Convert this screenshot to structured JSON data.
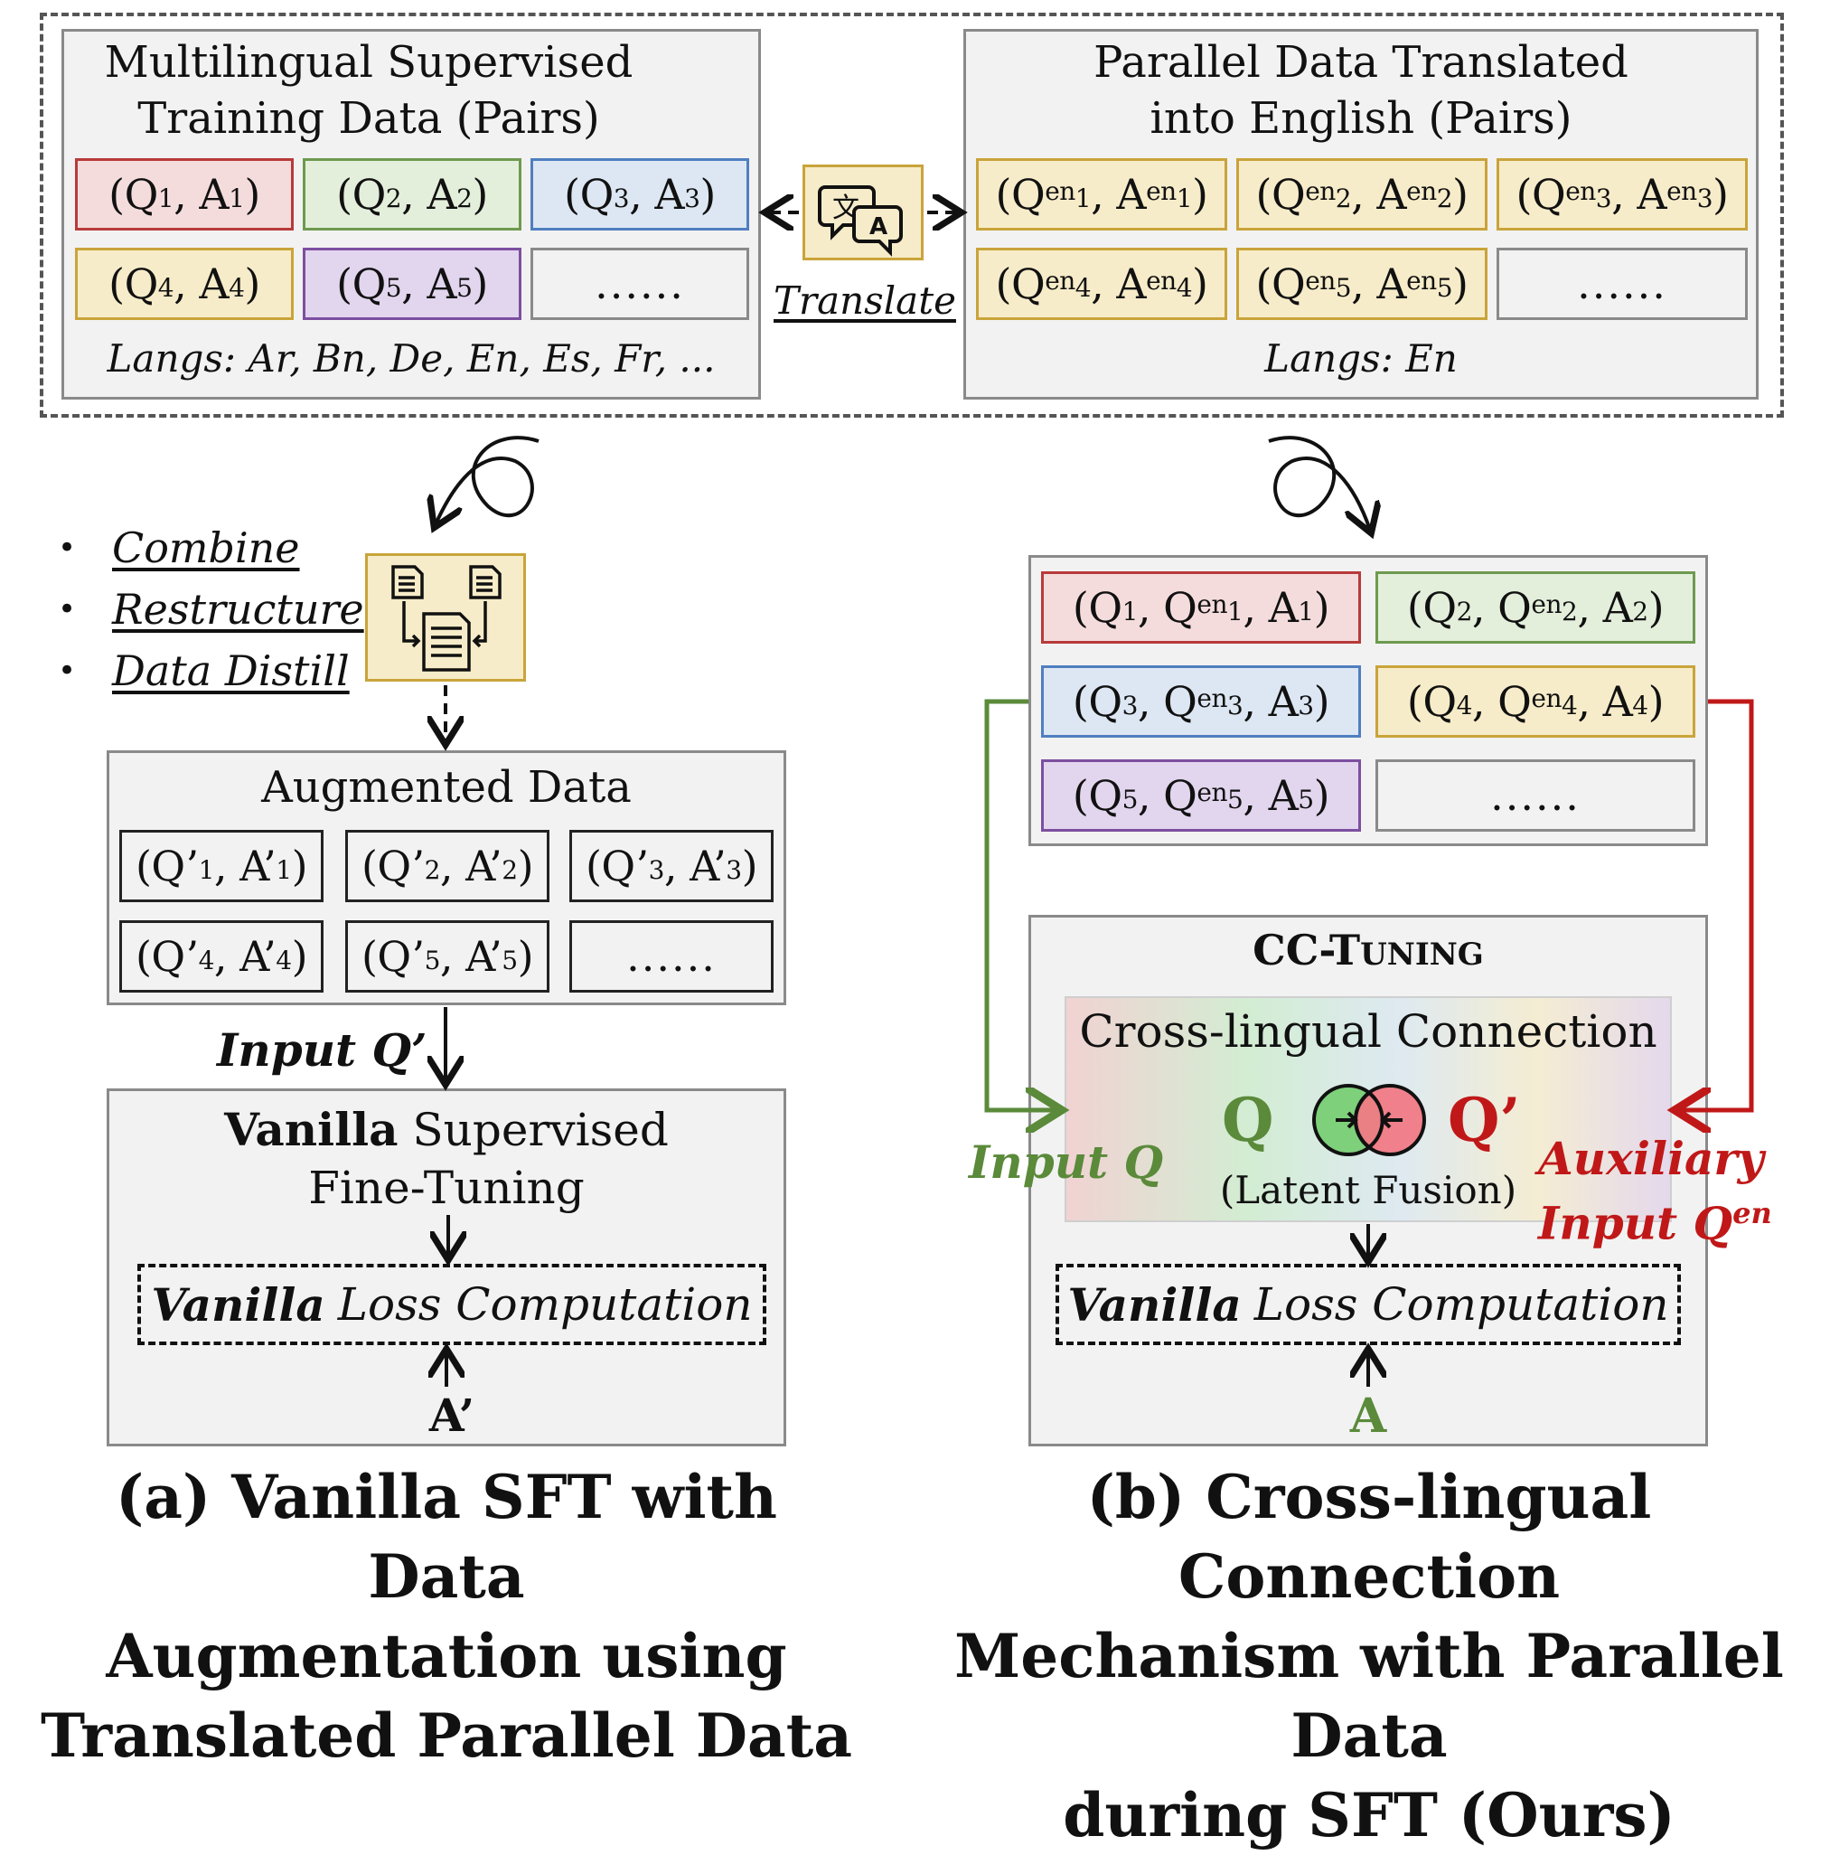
{
  "top_left_panel": {
    "title": "Multilingual Supervised\nTraining Data (Pairs)",
    "langs": "Langs: Ar, Bn, De, En, Es, Fr, ...",
    "pairs": [
      {
        "q": "Q",
        "qsub": "1",
        "a": "A",
        "asub": "1"
      },
      {
        "q": "Q",
        "qsub": "2",
        "a": "A",
        "asub": "2"
      },
      {
        "q": "Q",
        "qsub": "3",
        "a": "A",
        "asub": "3"
      },
      {
        "q": "Q",
        "qsub": "4",
        "a": "A",
        "asub": "4"
      },
      {
        "q": "Q",
        "qsub": "5",
        "a": "A",
        "asub": "5"
      }
    ],
    "ellipsis": "......"
  },
  "translate": {
    "label": "Translate",
    "icon": "translate-icon"
  },
  "top_right_panel": {
    "title": "Parallel Data Translated\ninto English (Pairs)",
    "langs": "Langs: En",
    "sup": "en",
    "subs": [
      "1",
      "2",
      "3",
      "4",
      "5"
    ],
    "ellipsis": "......"
  },
  "augment_ops": [
    "Combine",
    "Restructure",
    "Data Distill"
  ],
  "augmented_panel": {
    "title": "Augmented Data",
    "pairs": [
      {
        "q": "Q’",
        "sub": "1",
        "a": "A’"
      },
      {
        "q": "Q’",
        "sub": "2",
        "a": "A’"
      },
      {
        "q": "Q’",
        "sub": "3",
        "a": "A’"
      },
      {
        "q": "Q’",
        "sub": "4",
        "a": "A’"
      },
      {
        "q": "Q’",
        "sub": "5",
        "a": "A’"
      }
    ],
    "ellipsis": "......"
  },
  "input_q_prime": "Input Q’",
  "vanilla_panel": {
    "title_bold": "Vanilla",
    "title_rest": " Supervised",
    "title_line2": "Fine-Tuning",
    "loss_bold": "Vanilla",
    "loss_rest": "Loss Computation",
    "target": "A’"
  },
  "triples_panel": {
    "items": [
      {
        "sub": "1"
      },
      {
        "sub": "2"
      },
      {
        "sub": "3"
      },
      {
        "sub": "4"
      },
      {
        "sub": "5"
      }
    ],
    "sup": "en",
    "ellipsis": "......"
  },
  "cc_panel": {
    "title_cc": "CC-T",
    "title_small": "UNING",
    "connection_title": "Cross-lingual Connection",
    "q_left": "Q",
    "q_right": "Q’",
    "fusion": "(Latent Fusion)",
    "loss_bold": "Vanilla",
    "loss_rest": "Loss Computation",
    "target": "A"
  },
  "input_q": "Input Q",
  "aux_input": {
    "line1": "Auxiliary",
    "line2": "Input Q",
    "sup": "en"
  },
  "captions": {
    "a": "(a) Vanilla SFT with Data\nAugmentation using\nTranslated Parallel Data",
    "b": "(b) Cross-lingual Connection\nMechanism with Parallel Data\nduring SFT (Ours)"
  },
  "colors": {
    "green": "#5a8a3a",
    "red": "#c01818",
    "icon_fill": "#f7ecc9",
    "icon_border": "#c9a43a"
  }
}
